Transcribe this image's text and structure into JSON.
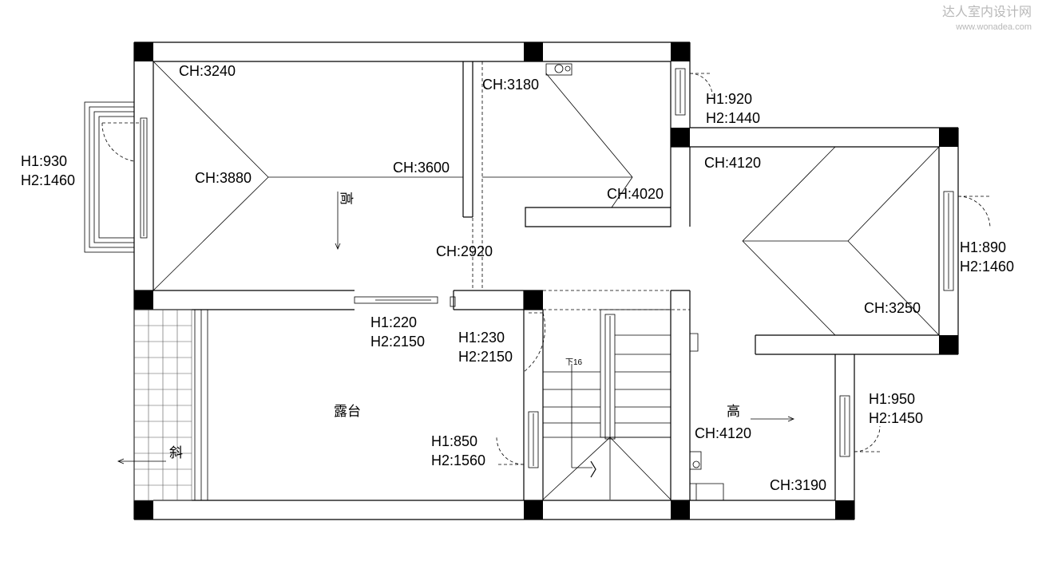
{
  "watermark": {
    "line1": "达人室内设计网",
    "line2": "www.wonadea.com"
  },
  "ceiling_heights": [
    "CH:3240",
    "CH:3180",
    "CH:3880",
    "CH:3600",
    "CH:4020",
    "CH:4120",
    "CH:2920",
    "CH:3250",
    "CH:4120",
    "CH:3190"
  ],
  "windows": [
    {
      "h1": "H1:930",
      "h2": "H2:1460"
    },
    {
      "h1": "H1:920",
      "h2": "H2:1440"
    },
    {
      "h1": "H1:890",
      "h2": "H2:1460"
    },
    {
      "h1": "H1:220",
      "h2": "H2:2150"
    },
    {
      "h1": "H1:230",
      "h2": "H2:2150"
    },
    {
      "h1": "H1:850",
      "h2": "H2:1560"
    },
    {
      "h1": "H1:950",
      "h2": "H2:1450"
    }
  ],
  "rooms": {
    "terrace": "露台"
  },
  "markers": {
    "slope": "斜",
    "high_a": "高",
    "high_b": "高",
    "stair_down": "下16"
  }
}
